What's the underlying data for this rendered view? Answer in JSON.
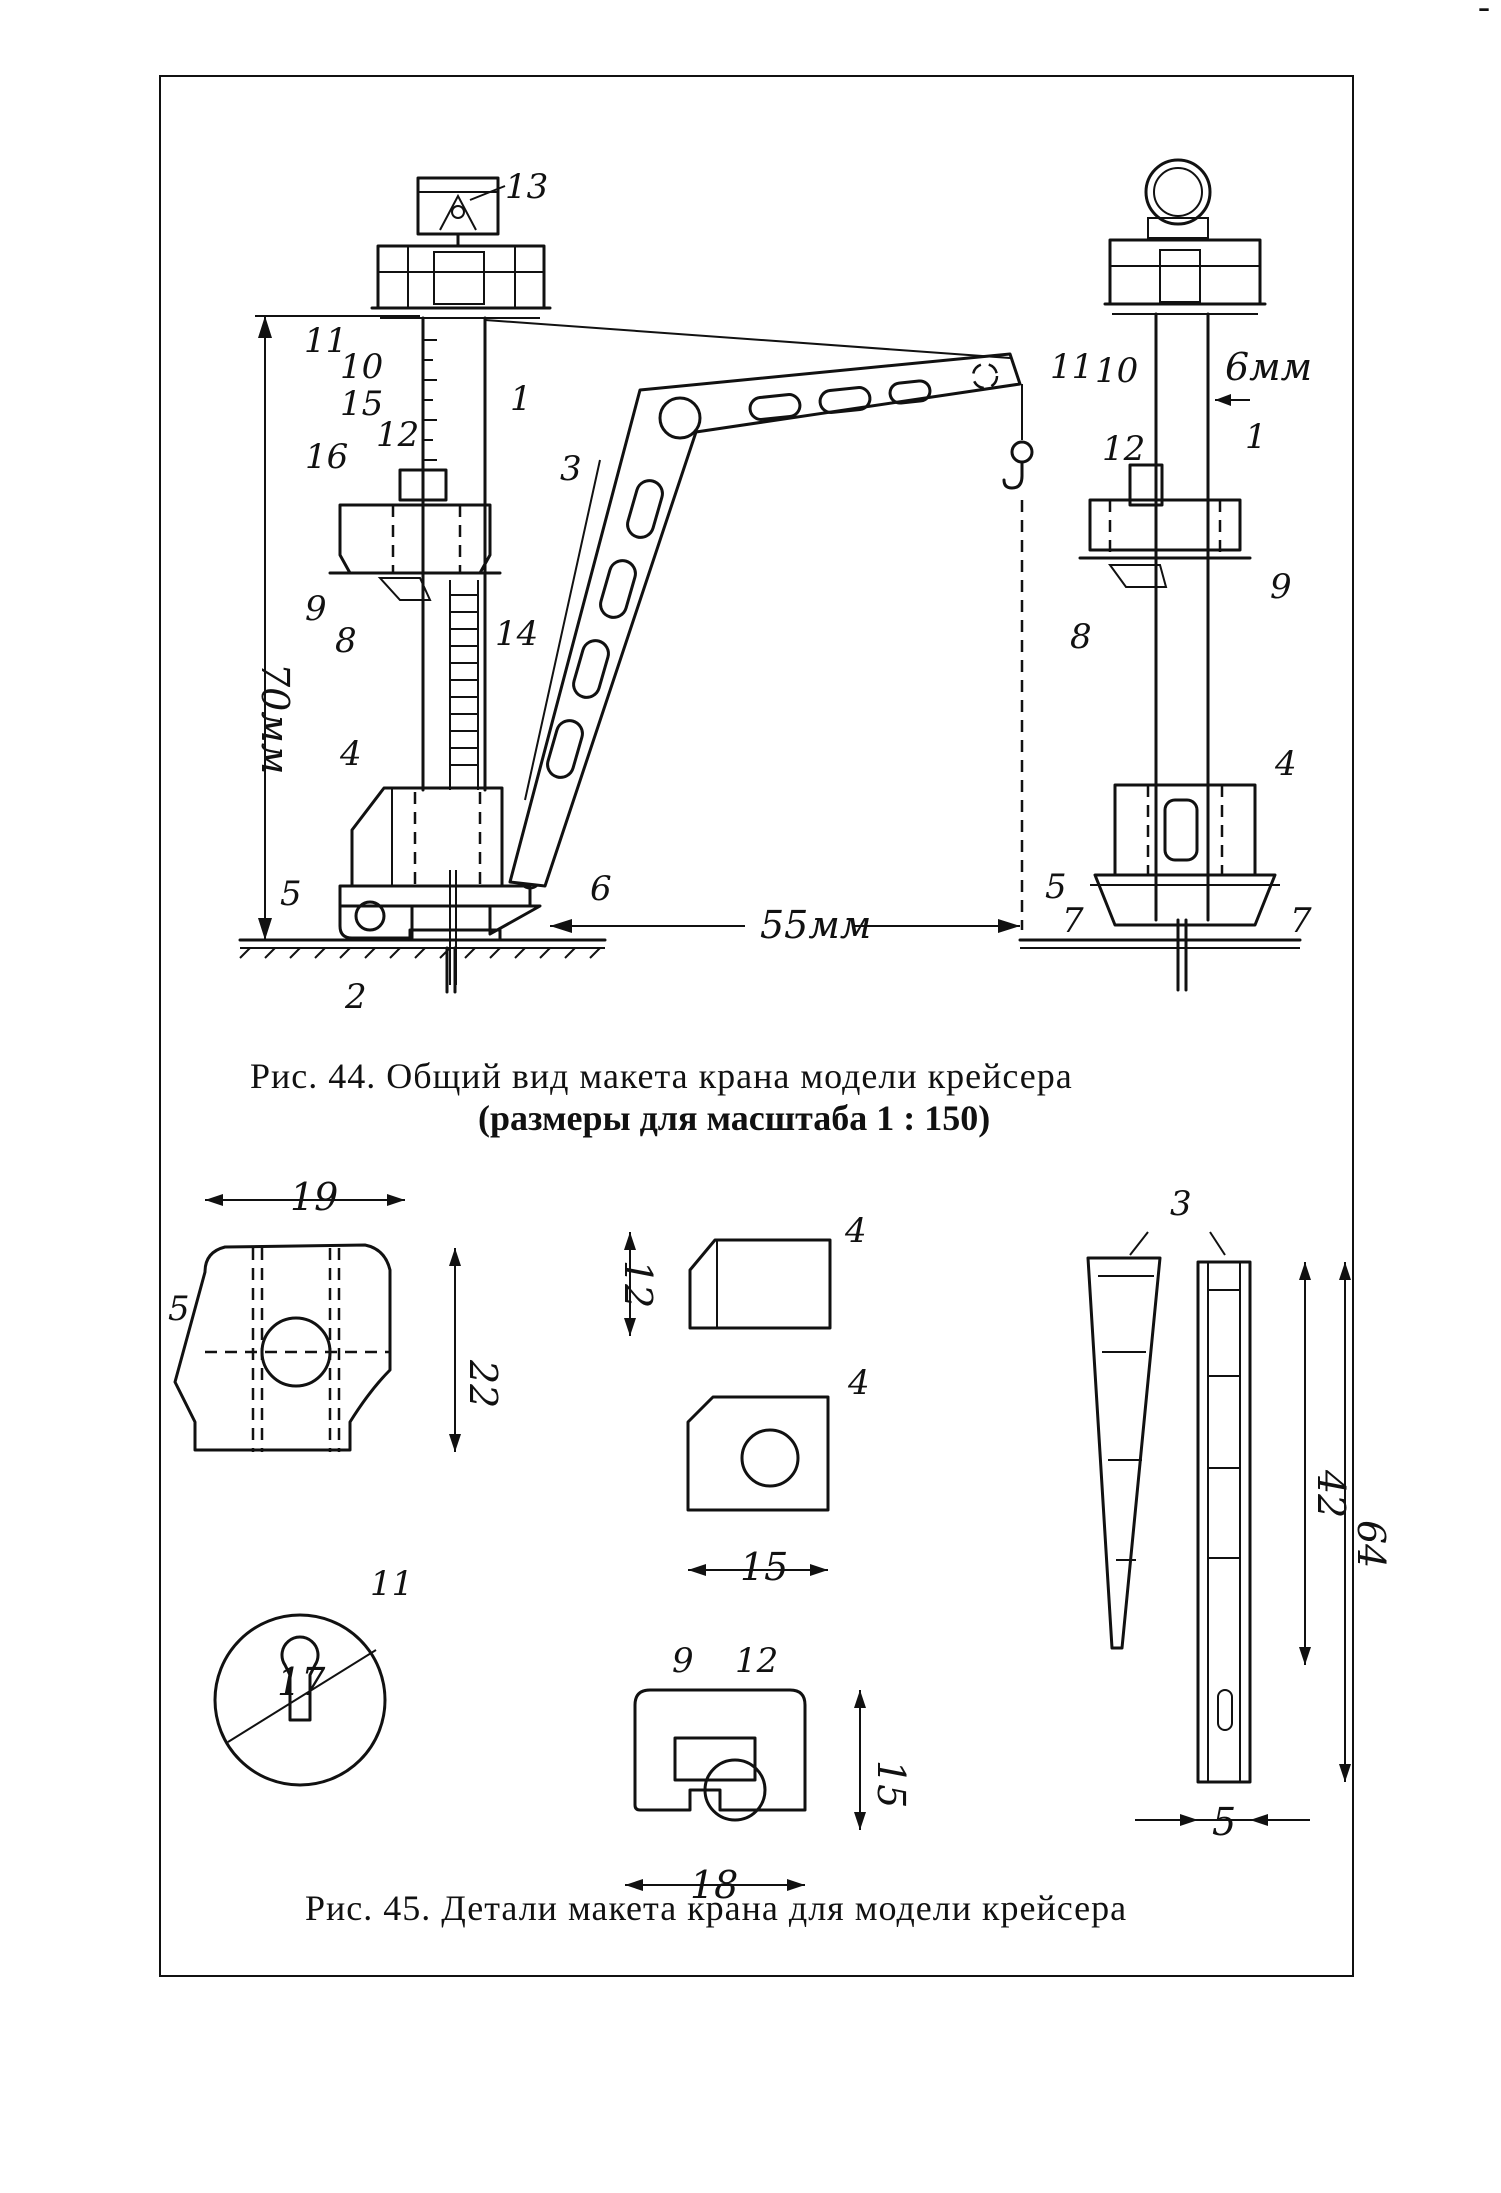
{
  "fig44": {
    "labels": {
      "l1": "1",
      "l2": "2",
      "l3": "3",
      "l4": "4",
      "l5": "5",
      "l6": "6",
      "l7": "7",
      "l8": "8",
      "l9": "9",
      "l10": "10",
      "l11": "11",
      "l12": "12",
      "l13": "13",
      "l14": "14",
      "l15": "15",
      "l16": "16"
    },
    "dims": {
      "height": "70мм",
      "width": "55мм",
      "diameter": "6мм"
    },
    "caption_line1": "Рис. 44. Общий вид макета крана модели крейсера",
    "caption_line2": "(размеры для масштаба 1 : 150)"
  },
  "fig45": {
    "labels": {
      "p5": "5",
      "p4a": "4",
      "p4b": "4",
      "p11": "11",
      "p9": "9",
      "p12": "12",
      "p3": "3"
    },
    "dims": {
      "d19": "19",
      "d22": "22",
      "d12": "12",
      "d15a": "15",
      "d17": "17",
      "d15b": "15",
      "d18": "18",
      "d42": "42",
      "d64": "64",
      "d5": "5"
    },
    "caption": "Рис. 45. Детали макета крана для модели крейсера"
  },
  "page_mark": "-"
}
